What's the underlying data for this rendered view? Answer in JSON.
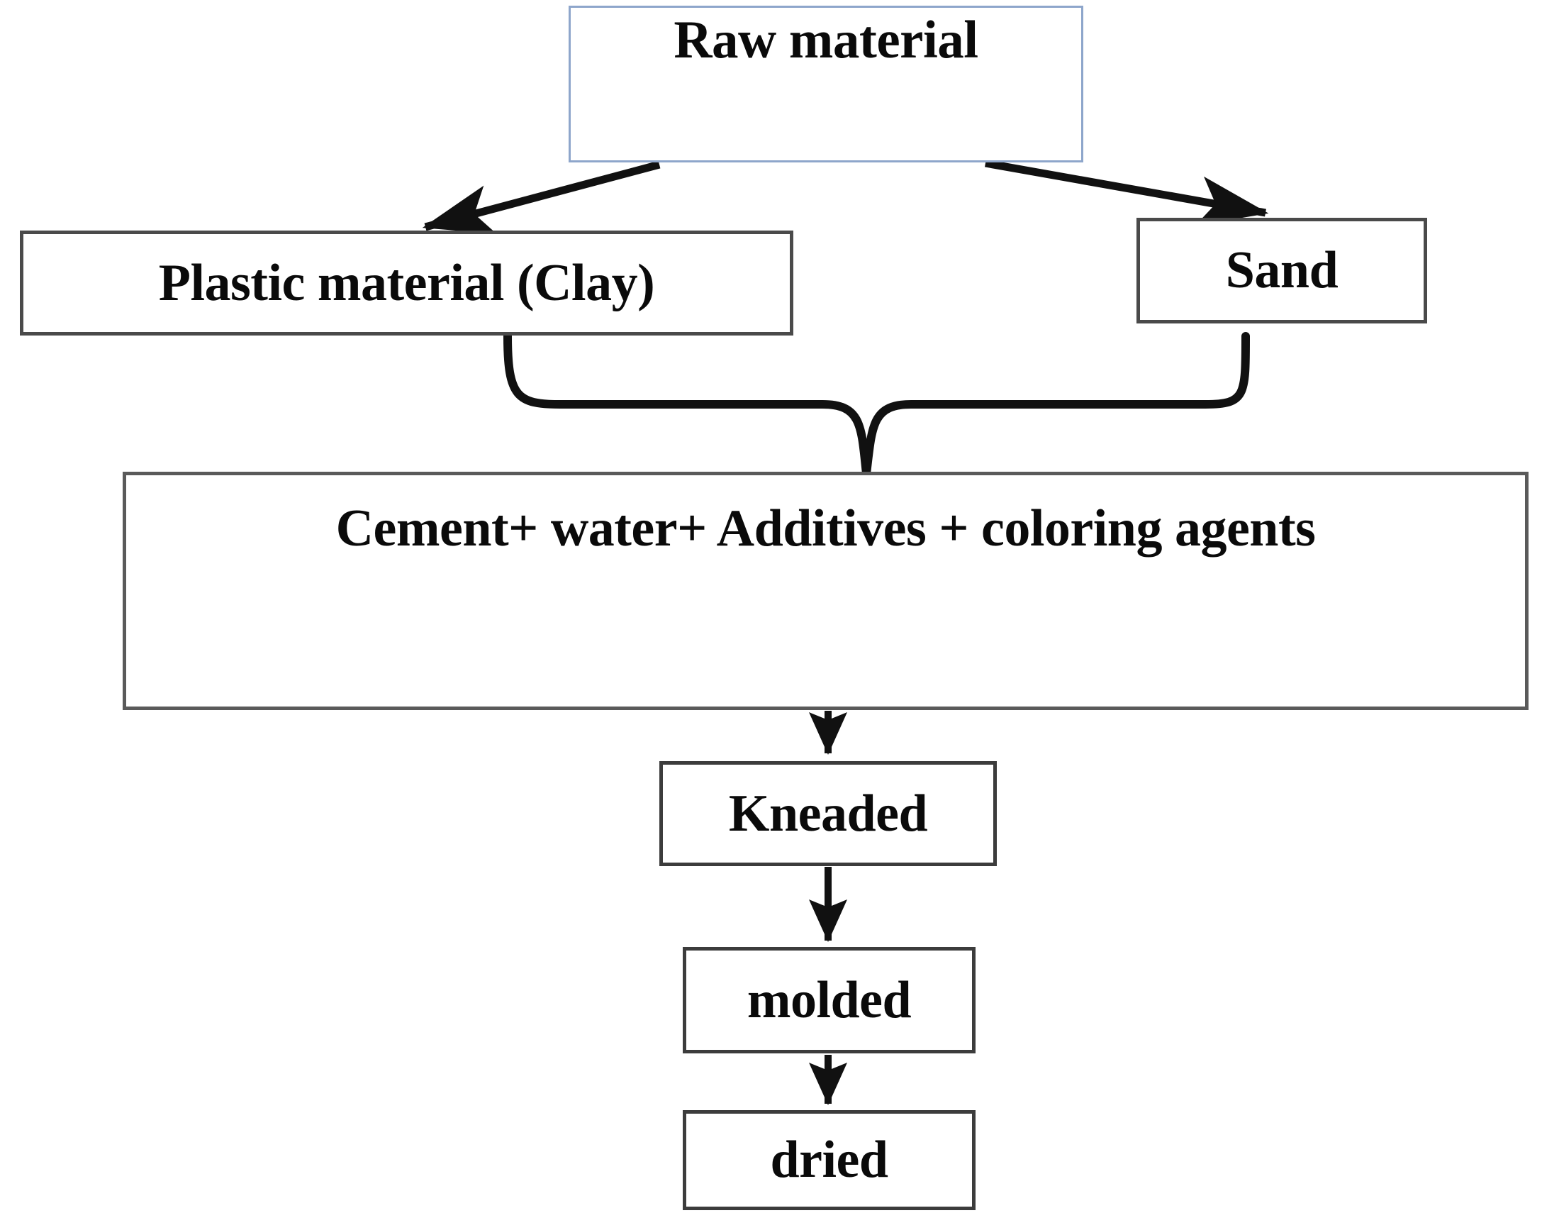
{
  "diagram": {
    "title": "Brick / tile manufacturing raw-material process flowchart",
    "type": "flowchart",
    "orientation": "top-to-bottom",
    "colors": {
      "page_background": "#ffffff",
      "node_fill": "#ffffff",
      "root_border": "#8ea6cb",
      "node_border": "#4a4a4a",
      "connector": "#111111",
      "text": "#0a0a0a"
    },
    "nodes": [
      {
        "id": "raw-material",
        "label": "Raw material",
        "level": 0,
        "border_color": "#8ea6cb"
      },
      {
        "id": "plastic-material",
        "label": "Plastic material (Clay)",
        "level": 1,
        "border_color": "#4a4a4a"
      },
      {
        "id": "sand",
        "label": "Sand",
        "level": 1,
        "border_color": "#4a4a4a"
      },
      {
        "id": "cement-mix",
        "label": "Cement+ water+  Additives + coloring agents",
        "line1": "Cement+ water+  Additives + coloring",
        "line2": "agents",
        "level": 2,
        "border_color": "#5a5a5a"
      },
      {
        "id": "kneaded",
        "label": "Kneaded",
        "level": 3,
        "border_color": "#3c3c3c"
      },
      {
        "id": "molded",
        "label": "molded",
        "level": 4,
        "border_color": "#3c3c3c"
      },
      {
        "id": "dried",
        "label": "dried",
        "level": 5,
        "border_color": "#3c3c3c"
      }
    ],
    "edges": [
      {
        "from": "raw-material",
        "to": "plastic-material",
        "style": "arrow-diagonal-left"
      },
      {
        "from": "raw-material",
        "to": "sand",
        "style": "arrow-diagonal-right"
      },
      {
        "from": "plastic-material",
        "to": "cement-mix",
        "style": "curly-brace-merge"
      },
      {
        "from": "sand",
        "to": "cement-mix",
        "style": "curly-brace-merge"
      },
      {
        "from": "cement-mix",
        "to": "kneaded",
        "style": "arrow-vertical"
      },
      {
        "from": "kneaded",
        "to": "molded",
        "style": "arrow-vertical"
      },
      {
        "from": "molded",
        "to": "dried",
        "style": "arrow-vertical"
      }
    ]
  }
}
